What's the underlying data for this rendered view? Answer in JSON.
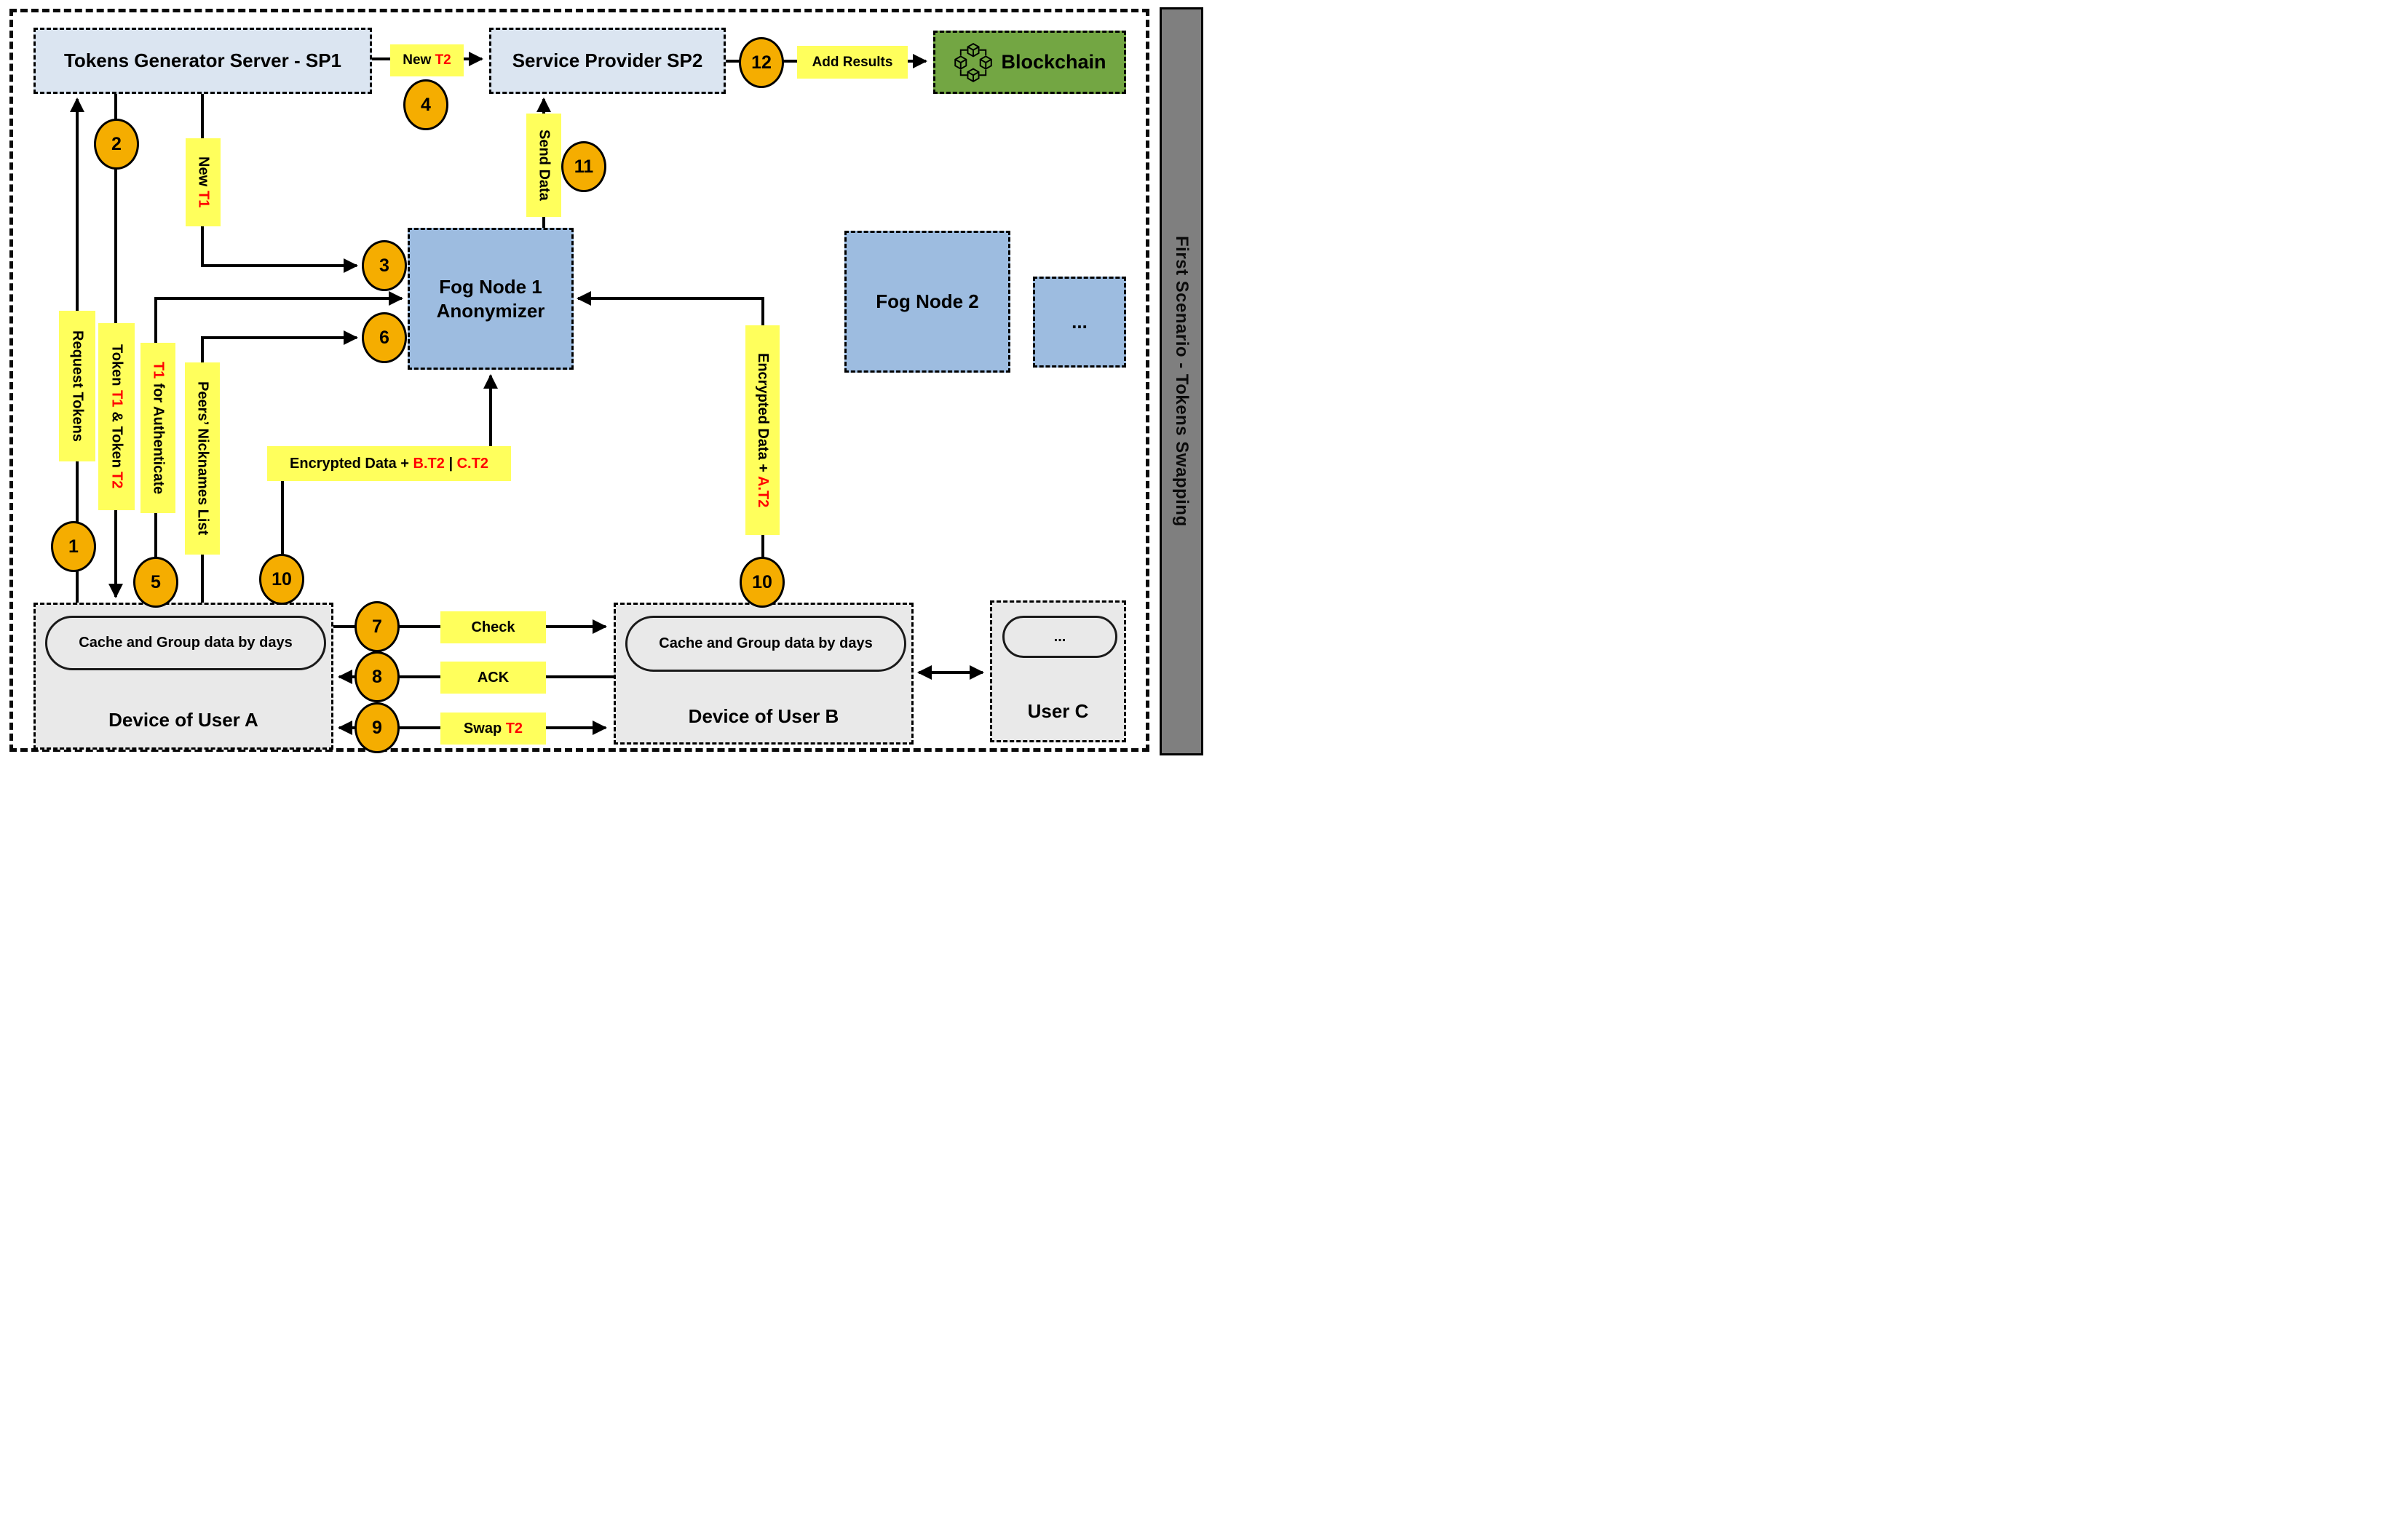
{
  "sidebar": {
    "label": "First Scenario - Tokens Swapping"
  },
  "nodes": {
    "sp1": "Tokens Generator Server - SP1",
    "sp2": "Service Provider SP2",
    "blockchain": "Blockchain",
    "fog1": {
      "line1": "Fog Node 1",
      "line2": "Anonymizer"
    },
    "fog2": "Fog Node 2",
    "fog_more": "...",
    "device_a": {
      "cache": "Cache and Group data by days",
      "title": "Device of User A"
    },
    "device_b": {
      "cache": "Cache and Group data by days",
      "title": "Device of User B"
    },
    "user_c": {
      "more": "...",
      "title": "User C"
    }
  },
  "flow_labels": {
    "request_tokens": [
      {
        "t": "Request Tokens"
      }
    ],
    "token_t1_t2": [
      {
        "t": "Token "
      },
      {
        "t": "T1",
        "red": true
      },
      {
        "t": " & Token "
      },
      {
        "t": "T2",
        "red": true
      }
    ],
    "new_t1": [
      {
        "t": "New "
      },
      {
        "t": "T1",
        "red": true
      }
    ],
    "t1_for_authenticate": [
      {
        "t": "T1",
        "red": true
      },
      {
        "t": " for Authenticate"
      }
    ],
    "peers_nicknames": [
      {
        "t": "Peers’ Nicknames List"
      }
    ],
    "new_t2": [
      {
        "t": "New "
      },
      {
        "t": "T2",
        "red": true
      }
    ],
    "send_data": [
      {
        "t": "Send Data"
      }
    ],
    "add_results": [
      {
        "t": "Add Results"
      }
    ],
    "encrypted_b": [
      {
        "t": "Encrypted Data + "
      },
      {
        "t": "B.T2",
        "red": true
      },
      {
        "t": " | "
      },
      {
        "t": "C.T2",
        "red": true
      }
    ],
    "encrypted_a": [
      {
        "t": "Encrypted Data + "
      },
      {
        "t": "A.T2",
        "red": true
      }
    ],
    "check": [
      {
        "t": "Check"
      }
    ],
    "ack": [
      {
        "t": "ACK"
      }
    ],
    "swap_t2": [
      {
        "t": "Swap "
      },
      {
        "t": "T2",
        "red": true
      }
    ]
  },
  "steps": {
    "c1": "1",
    "c2": "2",
    "c3": "3",
    "c4": "4",
    "c5": "5",
    "c6": "6",
    "c7": "7",
    "c8": "8",
    "c9": "9",
    "c10": "10",
    "c11": "11",
    "c12": "12"
  },
  "colors": {
    "label_yellow": "#FFFF5C",
    "step_orange": "#F5AD00",
    "sp_blue": "#DBE5F1",
    "fog_blue": "#9DBCE0",
    "blockchain_green": "#73A643",
    "device_gray": "#E9E9E9",
    "sidebar_gray": "#7F7F7F",
    "highlight_red": "#FF0000",
    "line_black": "#000000"
  }
}
